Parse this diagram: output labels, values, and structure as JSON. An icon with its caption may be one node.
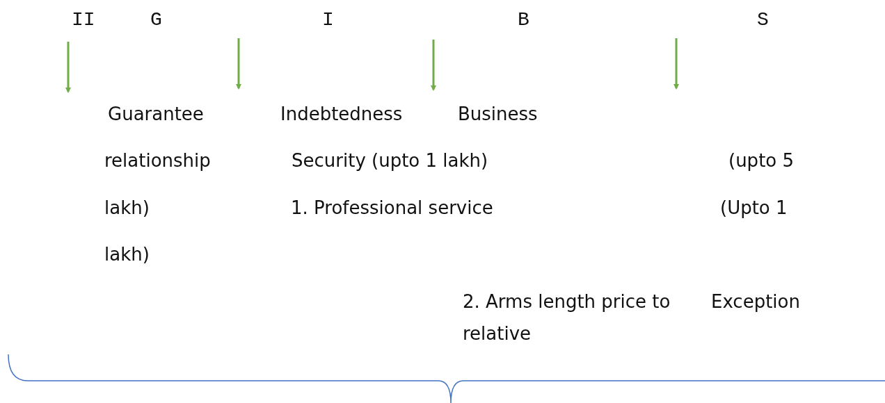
{
  "diagram": {
    "labels": [
      "II",
      "G",
      "I",
      "B",
      "S",
      "Guarantee",
      "Indebtedness",
      "Business",
      "relationship",
      "Security (upto 1 lakh)",
      "(upto 5",
      "lakh)",
      "1. Professional service",
      "(Upto 1",
      "lakh)",
      "2. Arms length price to relative",
      "Exception"
    ]
  }
}
